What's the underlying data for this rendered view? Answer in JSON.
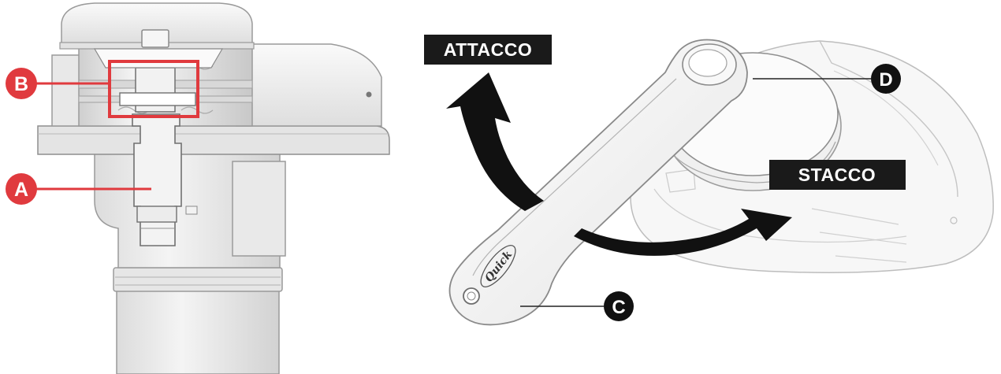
{
  "labels": {
    "a": "A",
    "b": "B",
    "c": "C",
    "d": "D"
  },
  "directions": {
    "attach": "ATTACCO",
    "detach": "STACCO"
  },
  "logo_text": "Quick",
  "colors": {
    "callout_red": "#e03a3e",
    "callout_black": "#111111",
    "arrow": "#111111",
    "outline": "#9a9a9a",
    "body_fill": "#ececec"
  }
}
